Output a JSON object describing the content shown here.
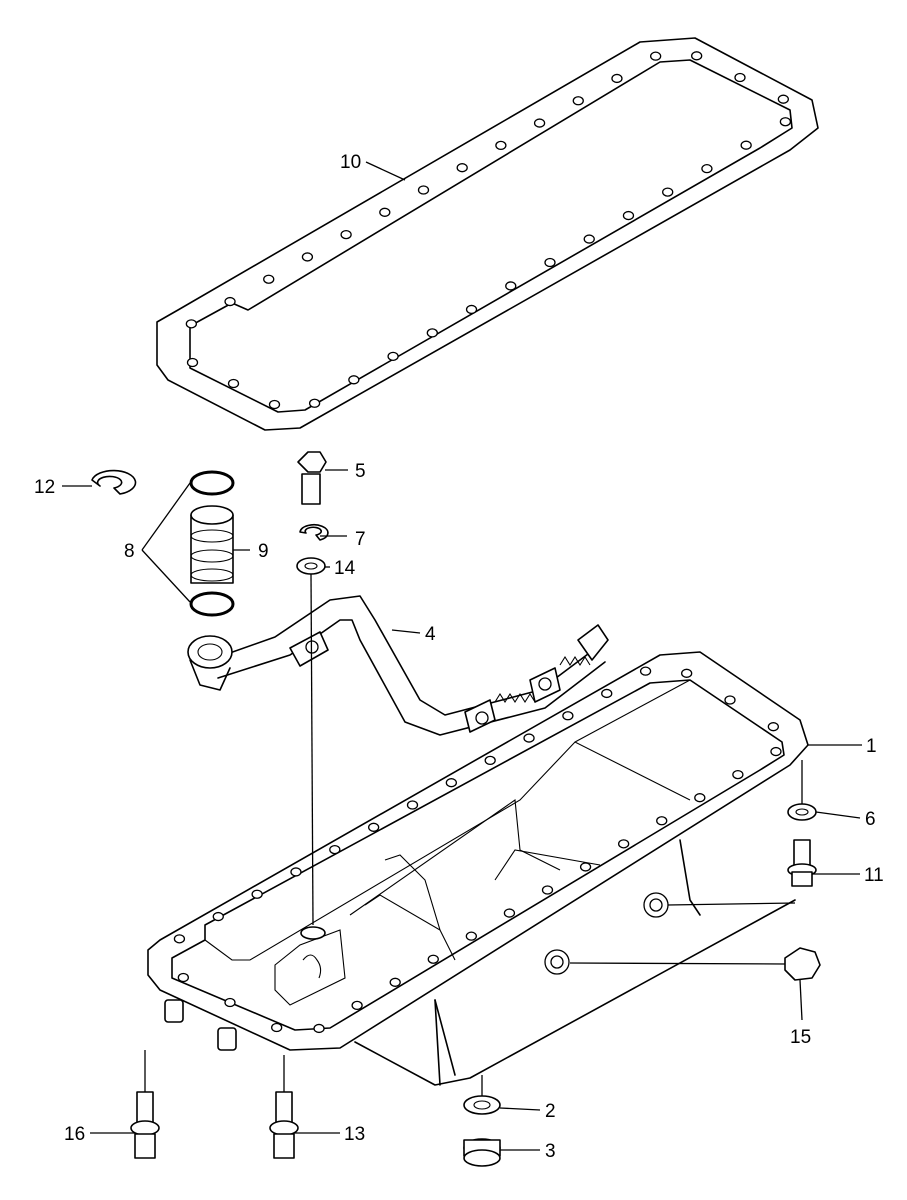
{
  "callouts": [
    {
      "id": "c1",
      "text": "1"
    },
    {
      "id": "c2",
      "text": "2"
    },
    {
      "id": "c3",
      "text": "3"
    },
    {
      "id": "c4",
      "text": "4"
    },
    {
      "id": "c5",
      "text": "5"
    },
    {
      "id": "c6",
      "text": "6"
    },
    {
      "id": "c7",
      "text": "7"
    },
    {
      "id": "c8",
      "text": "8"
    },
    {
      "id": "c9",
      "text": "9"
    },
    {
      "id": "c10",
      "text": "10"
    },
    {
      "id": "c11",
      "text": "11"
    },
    {
      "id": "c12",
      "text": "12"
    },
    {
      "id": "c13",
      "text": "13"
    },
    {
      "id": "c14",
      "text": "14"
    },
    {
      "id": "c15",
      "text": "15"
    },
    {
      "id": "c16",
      "text": "16"
    }
  ],
  "parts": [
    "oil-pan",
    "drain-plug-washer",
    "drain-plug",
    "oil-suction-pipe",
    "hex-bolt",
    "washer",
    "snap-ring",
    "o-ring",
    "sleeve-connector",
    "oil-pan-gasket",
    "flange-bolt",
    "retaining-clip",
    "stud-bolt",
    "plain-washer",
    "plug",
    "bolt"
  ]
}
